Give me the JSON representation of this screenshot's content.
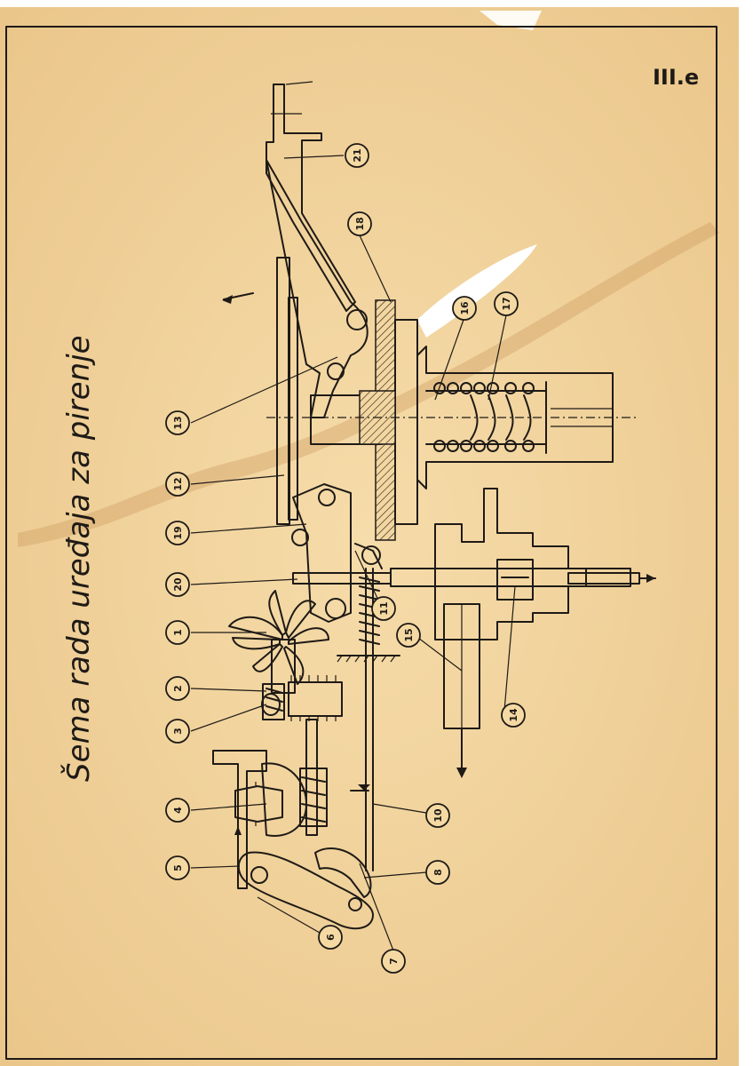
{
  "sheet": {
    "title": "Šema rada uređaja za pirenje",
    "sheet_code": "III.e"
  },
  "colors": {
    "paper": "#f3d6a0",
    "ink": "#1e1a16",
    "stain": "#c9955a"
  },
  "callouts": [
    {
      "id": "1",
      "label": "1"
    },
    {
      "id": "2",
      "label": "2"
    },
    {
      "id": "3",
      "label": "3"
    },
    {
      "id": "4",
      "label": "4"
    },
    {
      "id": "5",
      "label": "5"
    },
    {
      "id": "6",
      "label": "6"
    },
    {
      "id": "7",
      "label": "7"
    },
    {
      "id": "8",
      "label": "8"
    },
    {
      "id": "10",
      "label": "10"
    },
    {
      "id": "11",
      "label": "11"
    },
    {
      "id": "12",
      "label": "12"
    },
    {
      "id": "13",
      "label": "13"
    },
    {
      "id": "14",
      "label": "14"
    },
    {
      "id": "15",
      "label": "15"
    },
    {
      "id": "16",
      "label": "16"
    },
    {
      "id": "17",
      "label": "17"
    },
    {
      "id": "18",
      "label": "18"
    },
    {
      "id": "19",
      "label": "19"
    },
    {
      "id": "20",
      "label": "20"
    },
    {
      "id": "21",
      "label": "21"
    }
  ]
}
